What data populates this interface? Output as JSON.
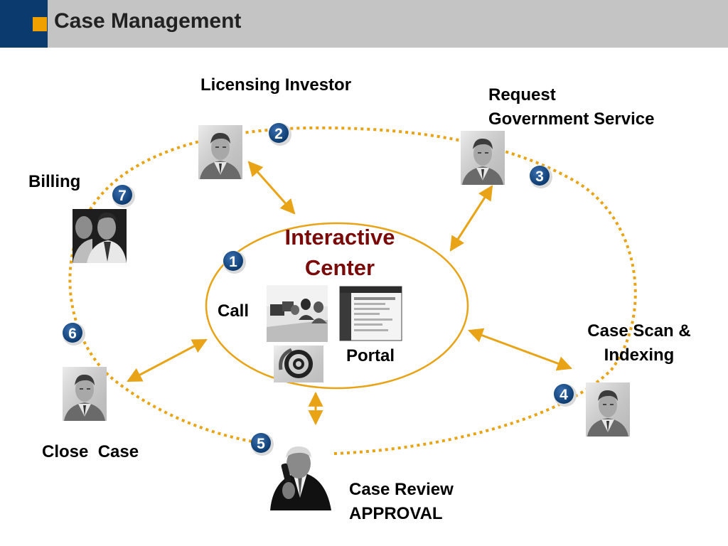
{
  "header": {
    "title": "Case Management"
  },
  "center": {
    "title_line1": "Interactive",
    "title_line2": "Center",
    "call_label": "Call",
    "portal_label": "Portal"
  },
  "steps": [
    {
      "number": "1"
    },
    {
      "number": "2",
      "label": "Licensing Investor"
    },
    {
      "number": "3",
      "label_line1": "Request",
      "label_line2": "Government Service"
    },
    {
      "number": "4",
      "label_line1": "Case Scan &",
      "label_line2": "Indexing"
    },
    {
      "number": "5",
      "label_line1": "Case Review",
      "label_line2": "APPROVAL"
    },
    {
      "number": "6",
      "label": "Close  Case"
    },
    {
      "number": "7",
      "label": "Billing"
    }
  ],
  "colors": {
    "accent": "#f0a000",
    "header_band": "#c4c4c4",
    "header_block": "#0b3a6e",
    "badge": "#0b3a6e",
    "center_title": "#7a0a0a",
    "connector": "#e8a317"
  }
}
